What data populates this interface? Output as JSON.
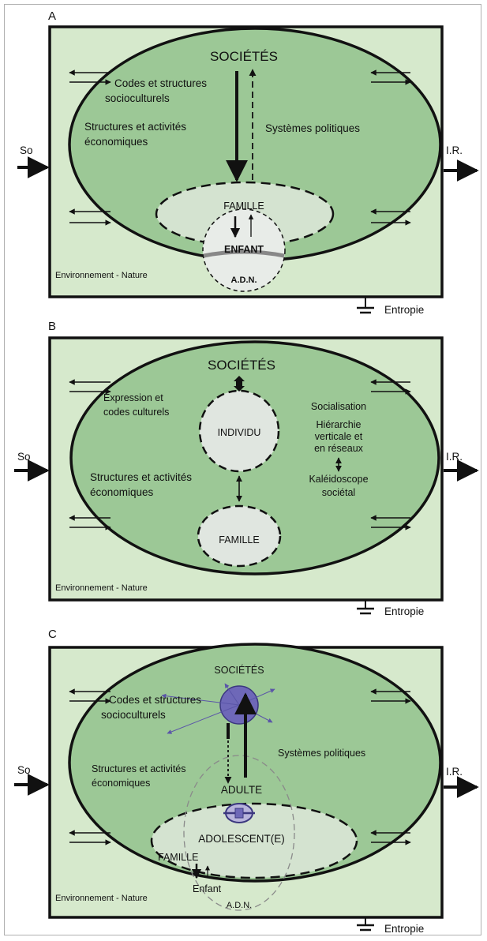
{
  "colors": {
    "outer_fill": "#d6e9cc",
    "ellipse_fill": "#9cc896",
    "inner_fill": "#d4e3d0",
    "circle_fill": "#e8ece8",
    "accent_blue": "#6b64b4"
  },
  "panels": [
    {
      "letter": "A",
      "input": "So",
      "output": "I.R.",
      "environment": "Environnement - Nature",
      "entropy": "Entropie",
      "societies": "SOCIÉTÉS",
      "left_top_1": "Codes  et structures",
      "left_top_2": "socioculturels",
      "left_mid_1": "Structures et activités",
      "left_mid_2": "économiques",
      "right_mid": "Systèmes politiques",
      "family": "FAMILLE",
      "child": "ENFANT",
      "dna": "A.D.N."
    },
    {
      "letter": "B",
      "input": "So",
      "output": "I.R.",
      "environment": "Environnement - Nature",
      "entropy": "Entropie",
      "societies": "SOCIÉTÉS",
      "left_top_1": "Expression et",
      "left_top_2": "codes culturels",
      "left_mid_1": "Structures et activités",
      "left_mid_2": "économiques",
      "individual": "INDIVIDU",
      "family": "FAMILLE",
      "right_1": "Socialisation",
      "right_2": "Hiérarchie",
      "right_3": "verticale et",
      "right_4": "en réseaux",
      "right_5": "Kaléidoscope",
      "right_6": "sociétal"
    },
    {
      "letter": "C",
      "input": "So",
      "output": "I.R.",
      "environment": "Environnement - Nature",
      "entropy": "Entropie",
      "societies": "SOCIÉTÉS",
      "left_top_1": "Codes  et structures",
      "left_top_2": "socioculturels",
      "left_mid_1": "Structures et activités",
      "left_mid_2": "économiques",
      "right_mid": "Systèmes politiques",
      "adult": "ADULTE",
      "adolescent": "ADOLESCENT(E)",
      "family": "FAMILLE",
      "child": "Enfant",
      "dna": "A.D.N."
    }
  ]
}
